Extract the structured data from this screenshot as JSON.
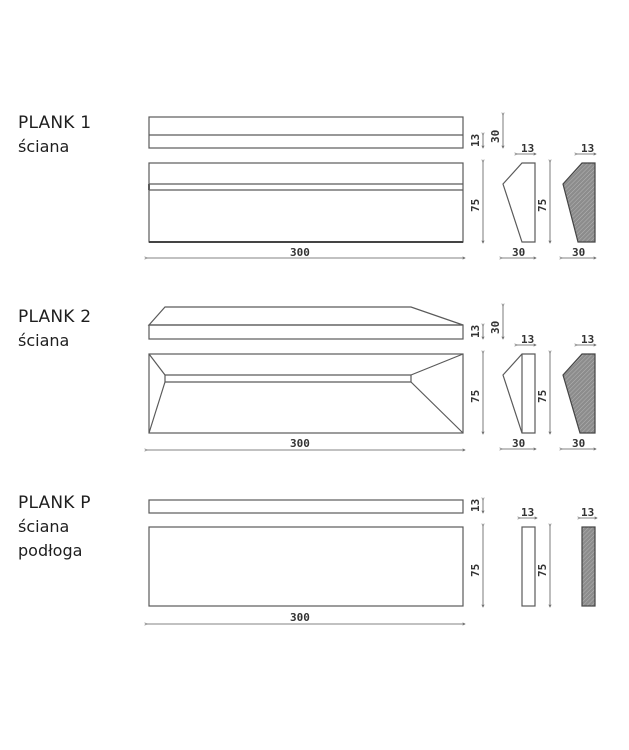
{
  "planks": [
    {
      "title": "PLANK 1",
      "uses": [
        "ściana"
      ],
      "dims": {
        "length": "300",
        "height": "75",
        "thickness_thin": "13",
        "thickness_full": "30",
        "profile_top": "13",
        "profile_bottom": "30"
      }
    },
    {
      "title": "PLANK 2",
      "uses": [
        "ściana"
      ],
      "dims": {
        "length": "300",
        "height": "75",
        "thickness_thin": "13",
        "thickness_full": "30",
        "profile_top": "13",
        "profile_bottom": "30"
      }
    },
    {
      "title": "PLANK P",
      "uses": [
        "ściana",
        "podłoga"
      ],
      "dims": {
        "length": "300",
        "height": "75",
        "thickness_thin": "13",
        "profile_top": "13"
      }
    }
  ],
  "colors": {
    "line": "#555555",
    "hatch_fill": "#8c8c8c",
    "text": "#1e1e1e"
  }
}
